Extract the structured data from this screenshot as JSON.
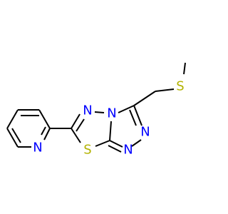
{
  "molecule": {
    "atoms": {
      "s_thioether": {
        "symbol": "S",
        "color": "#B2B200"
      },
      "s_ring": {
        "symbol": "S",
        "color": "#B2B200"
      },
      "n_thiadiazole": {
        "symbol": "N",
        "color": "#0000FF"
      },
      "n_bridgehead": {
        "symbol": "N",
        "color": "#0000FF"
      },
      "n_triazole_a": {
        "symbol": "N",
        "color": "#0000FF"
      },
      "n_triazole_b": {
        "symbol": "N",
        "color": "#0000FF"
      },
      "n_pyridine": {
        "symbol": "N",
        "color": "#0000FF"
      }
    },
    "bond_color": "#000000",
    "background": "#FFFFFF"
  }
}
